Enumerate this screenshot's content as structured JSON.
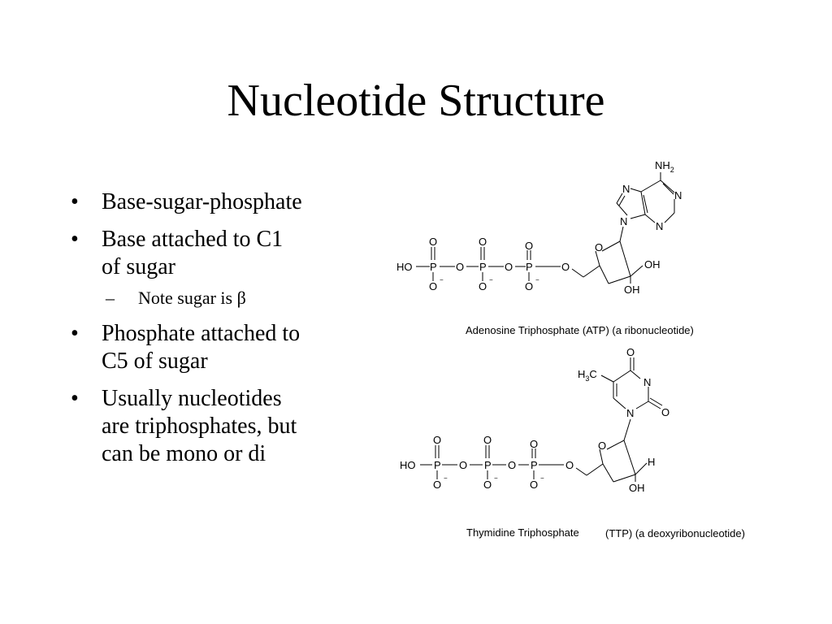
{
  "title": "Nucleotide Structure",
  "bullets": [
    {
      "text": "Base-sugar-phosphate"
    },
    {
      "text": "Base attached to C1 of sugar",
      "line1": "Base attached to C1",
      "line2": "of sugar"
    },
    {
      "sub": "Note sugar is β"
    },
    {
      "line1": "Phosphate attached to",
      "line2": "C5 of sugar"
    },
    {
      "line1": "Usually nucleotides",
      "line2": "are triphosphates, but",
      "line3": "can be mono or di"
    }
  ],
  "atp": {
    "caption": "Adenosine Triphosphate (ATP) (a ribonucleotide)",
    "labels": {
      "HO": "HO",
      "P": "P",
      "O": "O",
      "OH": "OH",
      "N": "N",
      "NH": "NH",
      "two": "2",
      "minus": "−"
    }
  },
  "ttp": {
    "caption_name": "Thymidine Triphosphate",
    "caption_rest": "(TTP) (a deoxyribonucleotide)",
    "labels": {
      "HO": "HO",
      "P": "P",
      "O": "O",
      "OH": "OH",
      "H": "H",
      "N": "N",
      "HC": "H",
      "three": "3",
      "C": "C",
      "minus": "−"
    }
  },
  "colors": {
    "text": "#000000",
    "background": "#ffffff"
  }
}
